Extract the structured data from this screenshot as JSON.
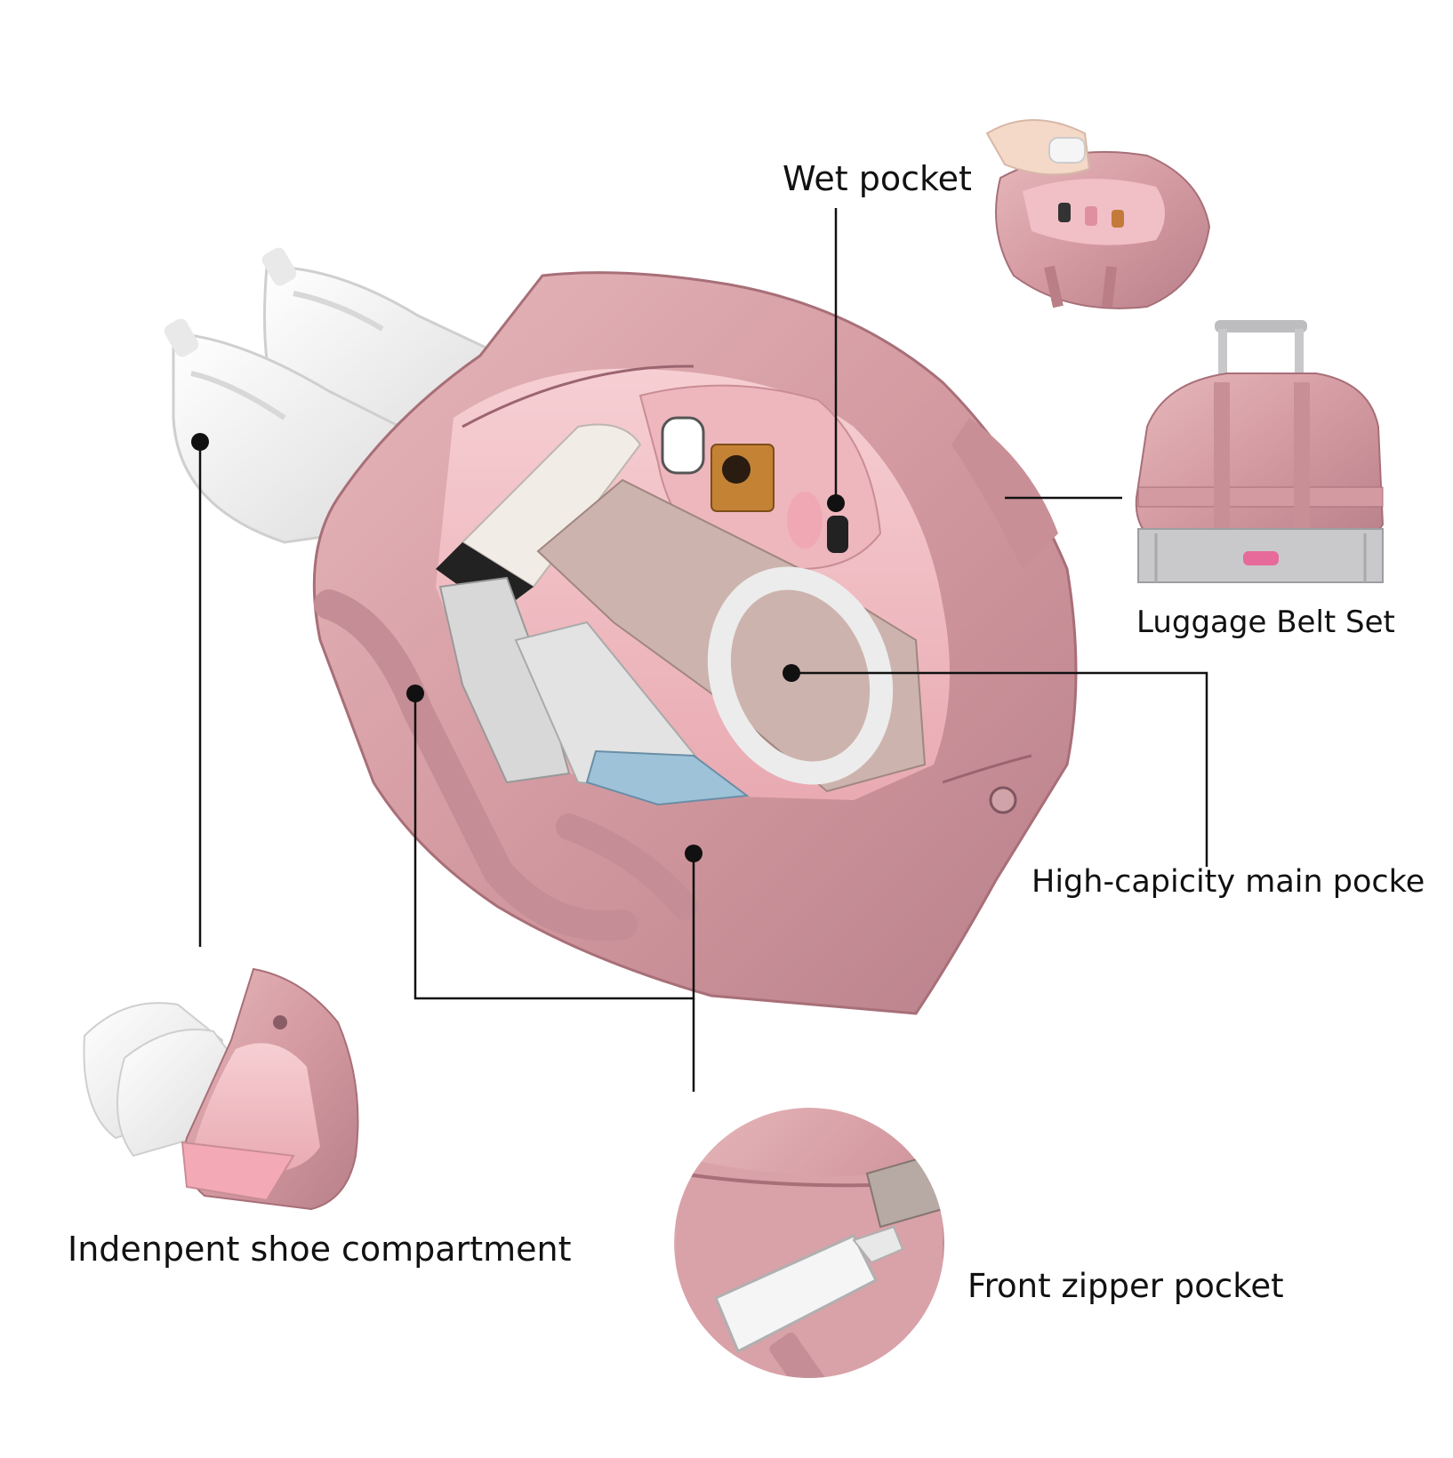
{
  "callouts": {
    "wet_pocket": "Wet pocket",
    "luggage_belt": "Luggage Belt Set",
    "main_pocket": "High-capicity main pocke",
    "shoe_compartment": "Indenpent shoe compartment",
    "front_pocket": "Front zipper pocket"
  },
  "colors": {
    "bag_pink": "#d9a3a8",
    "bag_shadow": "#b97e86",
    "lining": "#f2c2c8",
    "shoe_white": "#f3f3f3",
    "suitcase_gray": "#c9c9cc",
    "line": "#111111"
  }
}
